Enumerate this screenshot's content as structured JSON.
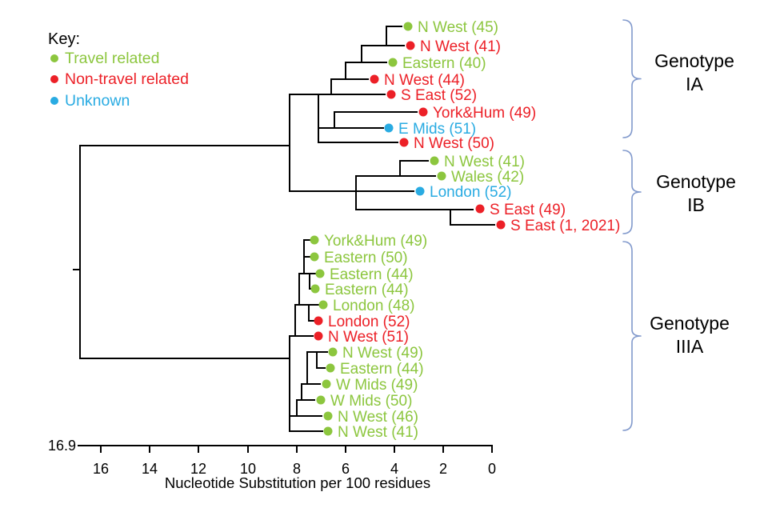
{
  "key": {
    "title": "Key:",
    "items": [
      {
        "label": "Travel related",
        "color": "#8CC63E"
      },
      {
        "label": "Non-travel related",
        "color": "#EC2027"
      },
      {
        "label": "Unknown",
        "color": "#29ABE2"
      }
    ]
  },
  "tips": [
    {
      "label": "N West (45)",
      "status": "travel",
      "color": "#8CC63E"
    },
    {
      "label": "N West (41)",
      "status": "non-travel",
      "color": "#EC2027"
    },
    {
      "label": "Eastern (40)",
      "status": "travel",
      "color": "#8CC63E"
    },
    {
      "label": "N West (44)",
      "status": "non-travel",
      "color": "#EC2027"
    },
    {
      "label": "S East (52)",
      "status": "non-travel",
      "color": "#EC2027"
    },
    {
      "label": "York&Hum (49)",
      "status": "non-travel",
      "color": "#EC2027"
    },
    {
      "label": "E Mids (51)",
      "status": "unknown",
      "color": "#29ABE2"
    },
    {
      "label": "N West (50)",
      "status": "non-travel",
      "color": "#EC2027"
    },
    {
      "label": "N West (41)",
      "status": "travel",
      "color": "#8CC63E"
    },
    {
      "label": "Wales (42)",
      "status": "travel",
      "color": "#8CC63E"
    },
    {
      "label": "London (52)",
      "status": "unknown",
      "color": "#29ABE2"
    },
    {
      "label": "S East (49)",
      "status": "non-travel",
      "color": "#EC2027"
    },
    {
      "label": "S East (1, 2021)",
      "status": "non-travel",
      "color": "#EC2027"
    },
    {
      "label": "York&Hum (49)",
      "status": "travel",
      "color": "#8CC63E"
    },
    {
      "label": "Eastern (50)",
      "status": "travel",
      "color": "#8CC63E"
    },
    {
      "label": "Eastern (44)",
      "status": "travel",
      "color": "#8CC63E"
    },
    {
      "label": "Eastern (44)",
      "status": "travel",
      "color": "#8CC63E"
    },
    {
      "label": "London (48)",
      "status": "travel",
      "color": "#8CC63E"
    },
    {
      "label": "London (52)",
      "status": "non-travel",
      "color": "#EC2027"
    },
    {
      "label": "N West (51)",
      "status": "non-travel",
      "color": "#EC2027"
    },
    {
      "label": "N West (49)",
      "status": "travel",
      "color": "#8CC63E"
    },
    {
      "label": "Eastern (44)",
      "status": "travel",
      "color": "#8CC63E"
    },
    {
      "label": "W Mids (49)",
      "status": "travel",
      "color": "#8CC63E"
    },
    {
      "label": "W Mids (50)",
      "status": "travel",
      "color": "#8CC63E"
    },
    {
      "label": "N West (46)",
      "status": "travel",
      "color": "#8CC63E"
    },
    {
      "label": "N West (41)",
      "status": "travel",
      "color": "#8CC63E"
    }
  ],
  "genotypes": [
    {
      "line1": "Genotype",
      "line2": "IA"
    },
    {
      "line1": "Genotype",
      "line2": "IB"
    },
    {
      "line1": "Genotype",
      "line2": "IIIA"
    }
  ],
  "axis": {
    "root_label": "16.9",
    "ticks": [
      "16",
      "14",
      "12",
      "10",
      "8",
      "6",
      "4",
      "2",
      "0"
    ],
    "title": "Nucleotide Substitution per 100 residues"
  },
  "colors": {
    "travel": "#8CC63E",
    "non_travel": "#EC2027",
    "unknown": "#29ABE2",
    "bracket": "#8199CC",
    "branch": "#000000"
  }
}
